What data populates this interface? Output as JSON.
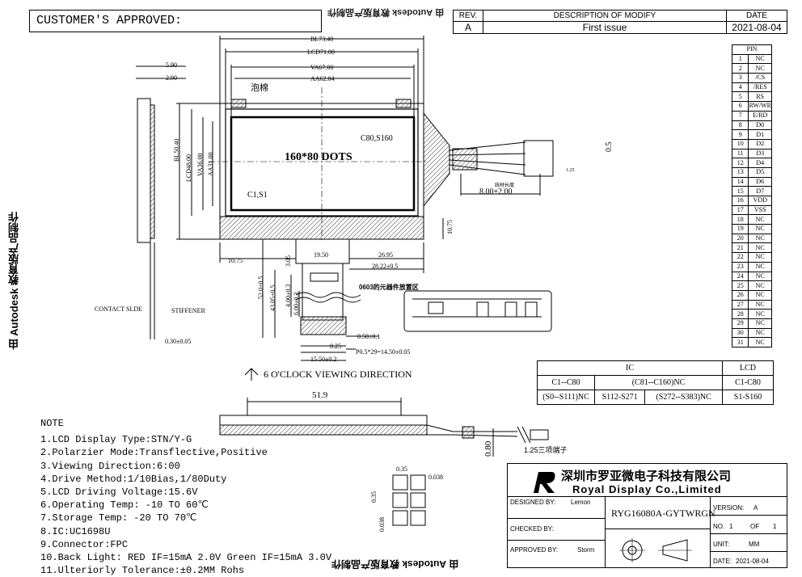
{
  "customer": {
    "label": "CUSTOMER'S APPROVED:"
  },
  "revision": {
    "headers": [
      "REV.",
      "DESCRIPTION OF MODIFY",
      "DATE"
    ],
    "row": [
      "A",
      "First issue",
      "2021-08-04"
    ]
  },
  "watermark": "由 Autodesk 教育版产品制作",
  "dims": {
    "bl": "BL73.40",
    "lcd": "LCD71.00",
    "va": "VA67.00",
    "aa": "AA62.04",
    "foam": "泡棉",
    "dots": "160*80 DOTS",
    "c80": "C80,S160",
    "c1": "C1,S1",
    "d590": "5.90",
    "d290": "2.90",
    "bh": "BL50.40",
    "lh": "LCD48.00",
    "vh": "VA36.00",
    "ah": "AA31.00",
    "d1950": "19.50",
    "d2695": "26.95",
    "d2822": "28.22±0.5",
    "d1075": "10.75",
    "d1075b": "10.75",
    "d305": "3.05",
    "d520": "52.0±0.5",
    "d430": "43.05±0.5",
    "d400": "4.00±0.3",
    "d600": "6.00±0.3",
    "d050": "0.50±0.1",
    "d025": "0.25",
    "pitch": "P0.5*29=14.50±0.05",
    "d1550": "15.50±0.2",
    "d030": "0.30±0.05",
    "contact": "CONTACT SLDE",
    "stiff": "STIFFENER",
    "region": "0603的元器件放置区",
    "spacing": "8.00±2.00",
    "spacing_label": "线材长度",
    "wire_pitch": "1.25",
    "d0_5": "0.5",
    "d519": "51.9",
    "d080": "0.80",
    "terminal": "1.25三项端子",
    "p035": "0.35",
    "p038": "0.038",
    "p035b": "0.35",
    "p038b": "0.038"
  },
  "viewing": "6 O'CLOCK VIEWING DIRECTION",
  "pins": {
    "header": "PIN",
    "rows": [
      [
        "1",
        "NC"
      ],
      [
        "2",
        "NC"
      ],
      [
        "3",
        "/CS"
      ],
      [
        "4",
        "/RES"
      ],
      [
        "5",
        "RS"
      ],
      [
        "6",
        "RW/WR"
      ],
      [
        "7",
        "E/RD"
      ],
      [
        "8",
        "D0"
      ],
      [
        "9",
        "D1"
      ],
      [
        "10",
        "D2"
      ],
      [
        "11",
        "D3"
      ],
      [
        "12",
        "D4"
      ],
      [
        "13",
        "D5"
      ],
      [
        "14",
        "D6"
      ],
      [
        "15",
        "D7"
      ],
      [
        "16",
        "VDD"
      ],
      [
        "17",
        "VSS"
      ],
      [
        "18",
        "NC"
      ],
      [
        "19",
        "NC"
      ],
      [
        "20",
        "NC"
      ],
      [
        "21",
        "NC"
      ],
      [
        "22",
        "NC"
      ],
      [
        "23",
        "NC"
      ],
      [
        "24",
        "NC"
      ],
      [
        "25",
        "NC"
      ],
      [
        "26",
        "NC"
      ],
      [
        "27",
        "NC"
      ],
      [
        "28",
        "NC"
      ],
      [
        "29",
        "NC"
      ],
      [
        "30",
        "NC"
      ],
      [
        "31",
        "NC"
      ]
    ]
  },
  "ic_table": {
    "h_ic": "IC",
    "h_lcd": "LCD",
    "r1": [
      "C1--C80",
      "(C81--C160)NC",
      "C1-C80"
    ],
    "r2": [
      "(S0--S111)NC",
      "S112-S271",
      "(S272--S383)NC",
      "S1-S160"
    ]
  },
  "notes": {
    "title": "NOTE",
    "items": [
      "1.LCD Display Type:STN/Y-G",
      "2.Polarzier Mode:Transflective,Positive",
      "3.Viewing Direction:6:00",
      "4.Drive Method:1/10Bias,1/80Duty",
      "5.LCD Driving Voltage:15.6V",
      "6.Operating Temp: -10 TO 60℃",
      "7.Storage Temp: -20 TO 70℃",
      "8.IC:UC1698U",
      "9.Connector:FPC",
      "10.Back Light: RED IF=15mA 2.0V Green IF=15mA 3.0V",
      "11.Ulteriorly Tolerance:±0.2MM Rohs"
    ]
  },
  "title_block": {
    "company_cn": "深圳市罗亚微电子科技有限公司",
    "company_en": "Royal Display Co.,Limited",
    "designed_label": "DESIGNED BY:",
    "designed_value": "Lemon",
    "checked_label": "CHECKED BY:",
    "approved_label": "APPROVED BY:",
    "approved_value": "Storm",
    "model": "RYG16080A-GYTWRGN",
    "version_label": "VERSION:",
    "version_value": "A",
    "no_label": "NO.",
    "no_value": "1",
    "of_label": "OF",
    "of_value": "1",
    "unit_label": "UNIT:",
    "unit_value": "MM",
    "date_label": "DATE:",
    "date_value": "2021-08-04"
  },
  "colors": {
    "line": "#000000",
    "panel": "#ffffff",
    "hatch": "#555555"
  }
}
